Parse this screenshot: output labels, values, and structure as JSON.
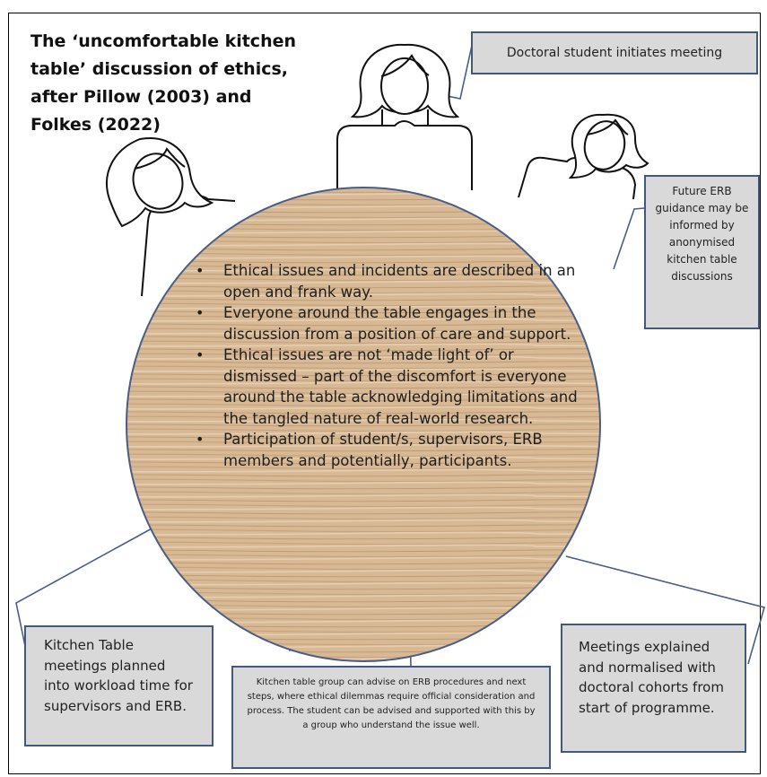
{
  "title": "The ‘uncomfortable kitchen table’ discussion of ethics, after Pillow (2003) and Folkes (2022)",
  "bullets": [
    "Ethical issues and incidents are described in an open and frank way.",
    "Everyone around the table engages in the discussion from a position of care and support.",
    "Ethical issues are not ‘made light of’ or dismissed – part of the discomfort is everyone around the table acknowledging limitations and the tangled nature of real-world research.",
    "Participation of student/s, supervisors, ERB members and potentially, participants."
  ],
  "bullet_glyph": "•",
  "callouts": {
    "top": "Doctoral student initiates meeting",
    "right": "Future ERB guidance may be informed by anonymised kitchen table discussions",
    "left": "Kitchen Table meetings planned into workload time for supervisors and ERB.",
    "bottom": "Kitchen table group can advise on ERB procedures and next steps, where ethical dilemmas require official consideration and process. The student can be advised and supported with this by a group who understand the issue well.",
    "bottom_right": "Meetings explained and normalised with doctoral cohorts from start of programme."
  },
  "icons": {
    "table": "round-wooden-table-icon",
    "people": [
      "person-top-icon",
      "person-left-icon",
      "person-right-icon"
    ]
  },
  "colors": {
    "box_fill": "#d9d9d9",
    "box_border": "#41597f",
    "table_fill": "#d9bb98",
    "table_border": "#4a5d86",
    "line": "#4a5d86"
  }
}
